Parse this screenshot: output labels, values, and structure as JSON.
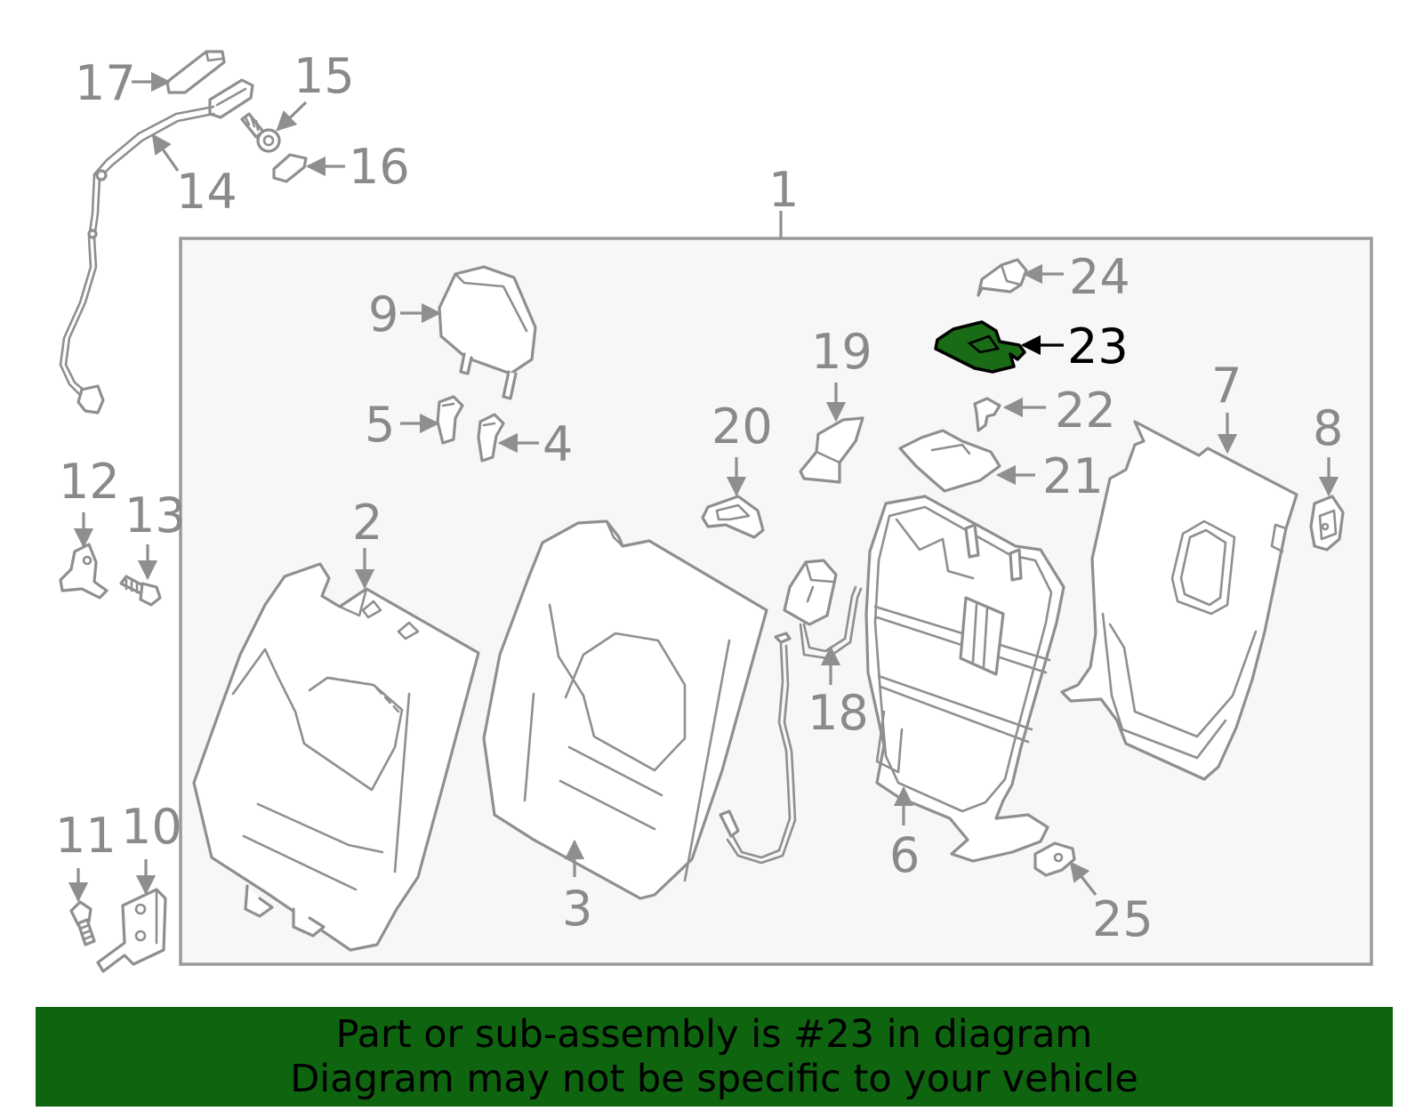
{
  "diagram": {
    "highlight_color": "#1a6b16",
    "labels": {
      "l1": "1",
      "l2": "2",
      "l3": "3",
      "l4": "4",
      "l5": "5",
      "l6": "6",
      "l7": "7",
      "l8": "8",
      "l9": "9",
      "l10": "10",
      "l11": "11",
      "l12": "12",
      "l13": "13",
      "l14": "14",
      "l15": "15",
      "l16": "16",
      "l17": "17",
      "l18": "18",
      "l19": "19",
      "l20": "20",
      "l21": "21",
      "l22": "22",
      "l23": "23",
      "l24": "24",
      "l25": "25"
    }
  },
  "banner": {
    "color": "#0f6410",
    "line1": "Part or sub-assembly is #23 in diagram",
    "line2": "Diagram may not be specific to your vehicle"
  }
}
